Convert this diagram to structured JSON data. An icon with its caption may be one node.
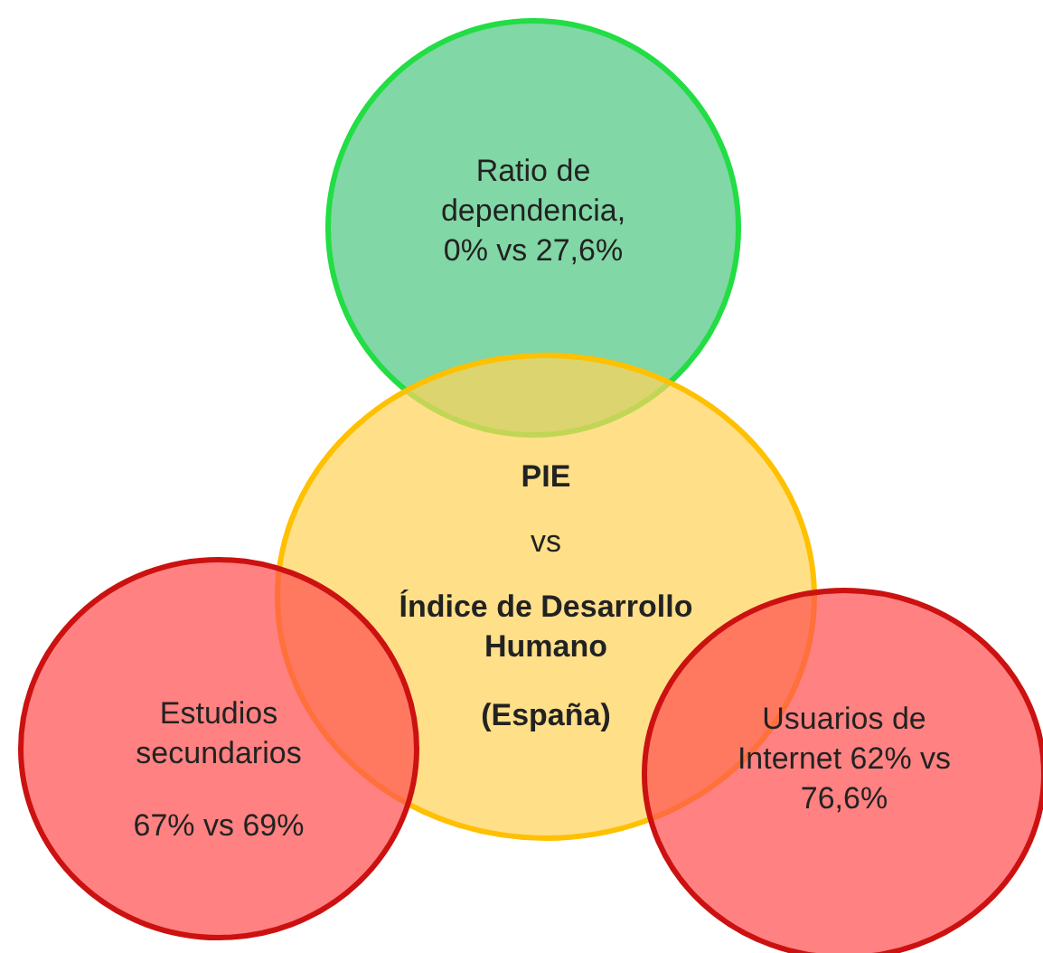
{
  "diagram": {
    "nodes": [
      {
        "text": [
          "Ratio de dependencia, 0% vs 27,6%"
        ]
      },
      {
        "text": [
          "PIE",
          "vs",
          "Índice de Desarrollo Humano",
          "(España)"
        ]
      },
      {
        "text": [
          "Estudios secundarios",
          "67% vs 69%"
        ]
      },
      {
        "text": [
          "Usuarios de Internet 62% vs 76,6%"
        ]
      }
    ]
  }
}
